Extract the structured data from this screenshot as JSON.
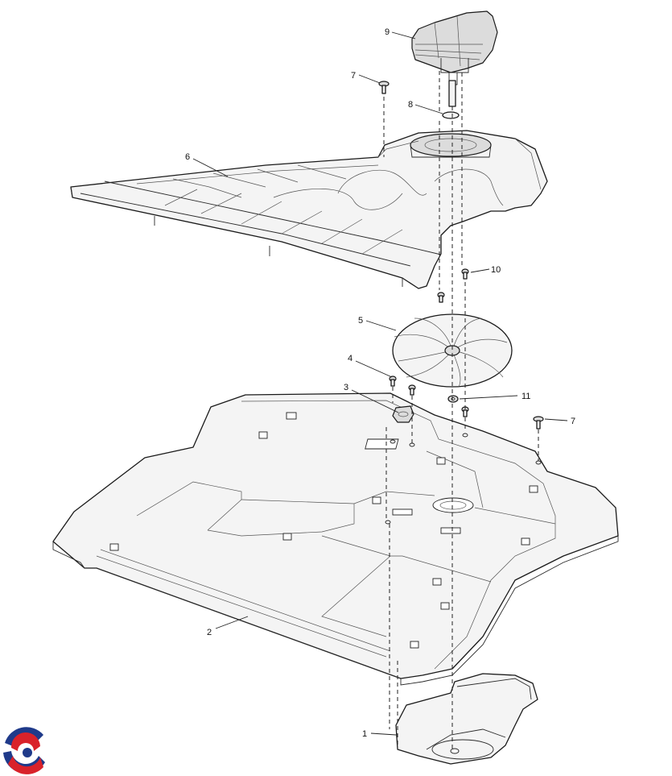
{
  "callouts": [
    {
      "id": "c1",
      "label": "1"
    },
    {
      "id": "c2",
      "label": "2"
    },
    {
      "id": "c3",
      "label": "3"
    },
    {
      "id": "c4",
      "label": "4"
    },
    {
      "id": "c5",
      "label": "5"
    },
    {
      "id": "c6",
      "label": "6"
    },
    {
      "id": "c7a",
      "label": "7"
    },
    {
      "id": "c7b",
      "label": "7"
    },
    {
      "id": "c8",
      "label": "8"
    },
    {
      "id": "c9",
      "label": "9"
    },
    {
      "id": "c10",
      "label": "10"
    },
    {
      "id": "c11",
      "label": "11"
    }
  ],
  "colors": {
    "line": "#1a1a1a",
    "part_fill": "#f4f4f4",
    "logo_blue": "#1f3a8a",
    "logo_red": "#d9222a"
  },
  "icons": {
    "logo": "brand-swirl-logo"
  }
}
